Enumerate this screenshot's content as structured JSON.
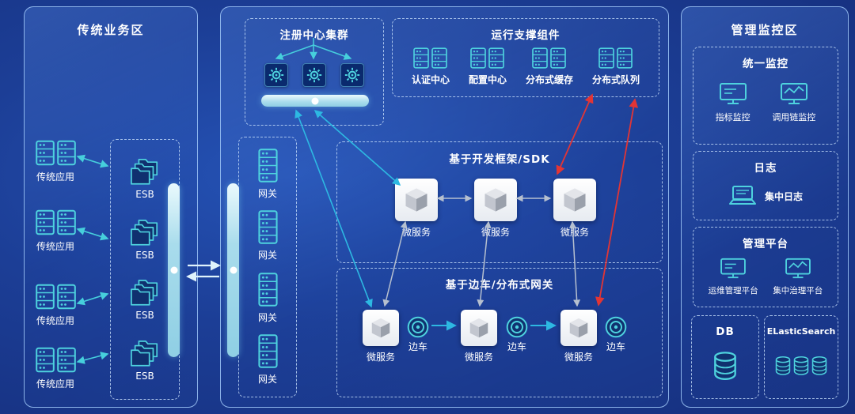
{
  "theme": {
    "background_center": "#2553b6",
    "background_edge": "#152e7c",
    "panel_border": "#a0c8f8",
    "teal": "#4ed2de",
    "cyan_arrow": "#2db8e2",
    "red_arrow": "#e23535",
    "gray_arrow": "#b6c0cf",
    "bus_bar_fill": "#a9dcec",
    "tile_fill": "#ffffff",
    "gear_square_fill": "#0a2a6e"
  },
  "left_panel": {
    "title": "传统业务区",
    "apps": [
      {
        "label": "传统应用"
      },
      {
        "label": "传统应用"
      },
      {
        "label": "传统应用"
      },
      {
        "label": "传统应用"
      }
    ],
    "esb": {
      "items": [
        {
          "label": "ESB"
        },
        {
          "label": "ESB"
        },
        {
          "label": "ESB"
        },
        {
          "label": "ESB"
        }
      ]
    }
  },
  "middle_panel": {
    "registry": {
      "title": "注册中心集群"
    },
    "runtime": {
      "title": "运行支撑组件",
      "items": [
        {
          "label": "认证中心"
        },
        {
          "label": "配置中心"
        },
        {
          "label": "分布式缓存"
        },
        {
          "label": "分布式队列"
        }
      ]
    },
    "gateways": [
      {
        "label": "网关"
      },
      {
        "label": "网关"
      },
      {
        "label": "网关"
      },
      {
        "label": "网关"
      }
    ],
    "sdk": {
      "title": "基于开发框架/SDK",
      "services": [
        {
          "label": "微服务"
        },
        {
          "label": "微服务"
        },
        {
          "label": "微服务"
        }
      ]
    },
    "sidecar": {
      "title": "基于边车/分布式网关",
      "groups": [
        {
          "service_label": "微服务",
          "sidecar_label": "边车"
        },
        {
          "service_label": "微服务",
          "sidecar_label": "边车"
        },
        {
          "service_label": "微服务",
          "sidecar_label": "边车"
        }
      ]
    }
  },
  "right_panel": {
    "title": "管理监控区",
    "monitoring": {
      "title": "统一监控",
      "items": [
        {
          "label": "指标监控"
        },
        {
          "label": "调用链监控"
        }
      ]
    },
    "logging": {
      "title": "日志",
      "items": [
        {
          "label": "集中日志"
        }
      ]
    },
    "management": {
      "title": "管理平台",
      "items": [
        {
          "label": "运维管理平台"
        },
        {
          "label": "集中治理平台"
        }
      ]
    },
    "storage": [
      {
        "label": "DB"
      },
      {
        "label": "ELasticSearch"
      }
    ]
  }
}
